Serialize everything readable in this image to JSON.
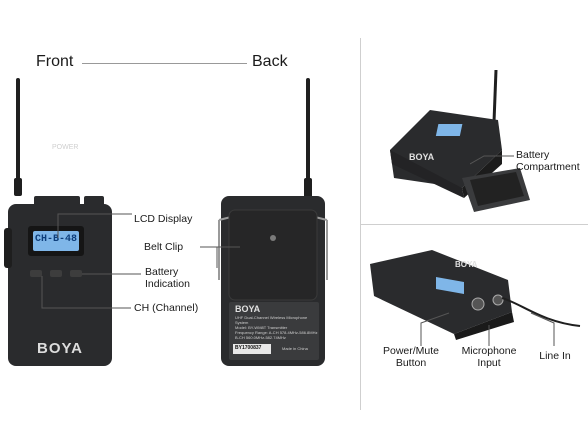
{
  "headings": {
    "front": "Front",
    "back": "Back"
  },
  "callouts": {
    "lcd_display": "LCD Display",
    "belt_clip": "Belt Clip",
    "battery_indication": "Battery\nIndication",
    "ch_channel": "CH (Channel)",
    "battery_compartment": "Battery\nCompartment",
    "power_mute_button": "Power/Mute\nButton",
    "microphone_input": "Microphone\nInput",
    "line_in": "Line In"
  },
  "device": {
    "brand": "BOYA",
    "lcd_text": "CH-B-48",
    "power_label": "POWER",
    "label_lines": [
      "UHF Dual-Channel Wireless Microphone System",
      "Model: BY-WM8T Transmitter",
      "Frequency Range: A-CH 578.4MHz-586.8MHz",
      "B-CH 560.0MHz-582.74MHz"
    ],
    "serial": "BY1700837",
    "made_in": "Made in China"
  },
  "colors": {
    "device_body": "#2a2b2d",
    "lcd": "#7fb6e8",
    "text": "#1a1a1a",
    "line": "#555555"
  }
}
